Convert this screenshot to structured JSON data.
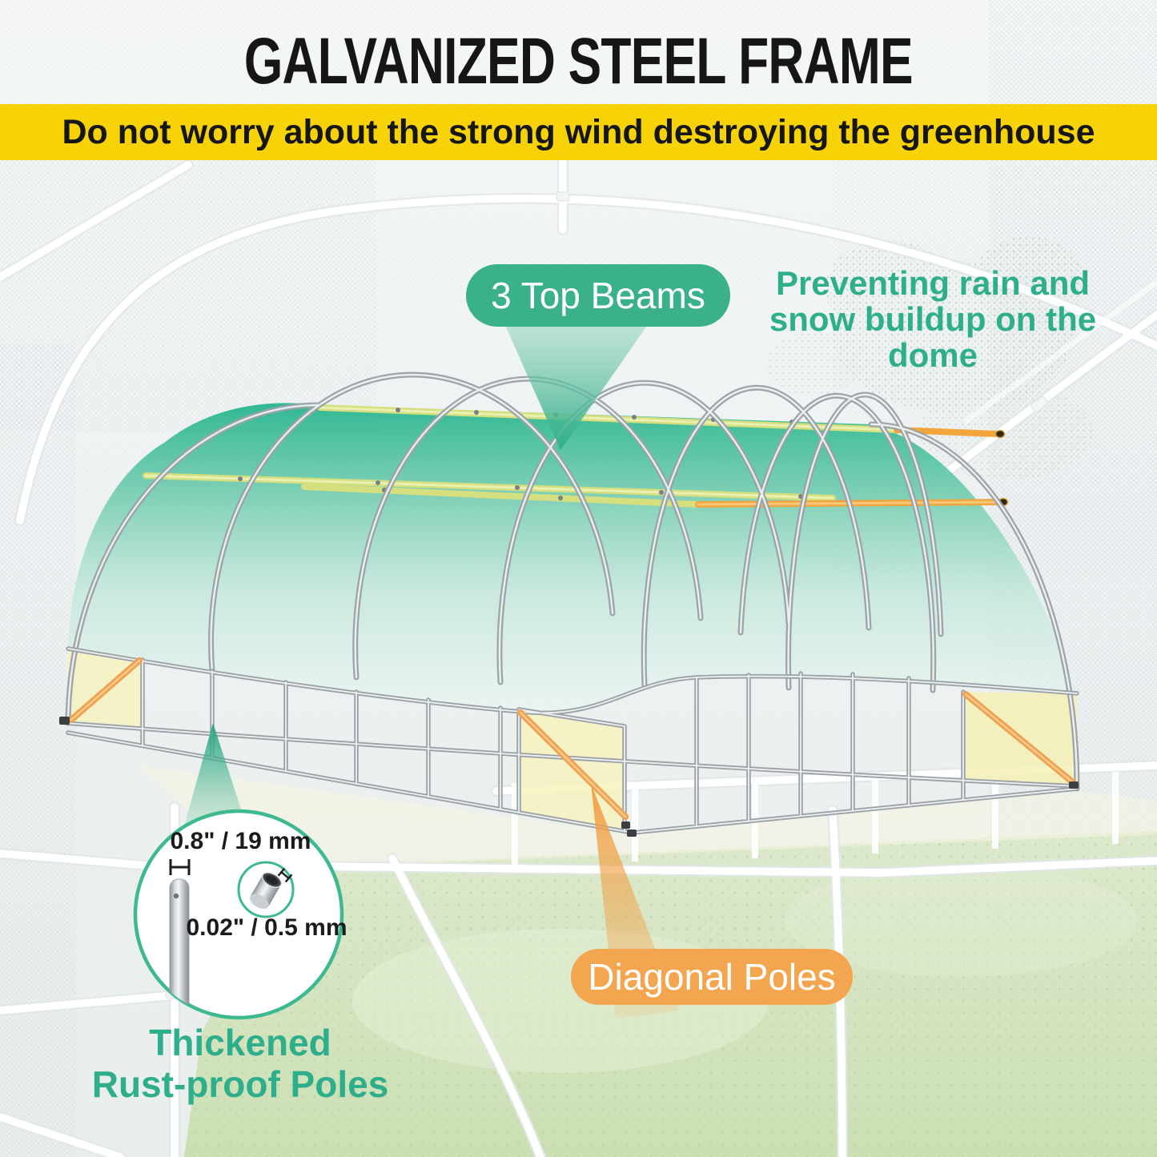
{
  "header": {
    "title": "GALVANIZED STEEL FRAME",
    "banner": "Do not worry about the strong wind destroying the greenhouse"
  },
  "callouts": {
    "top_beams": {
      "label": "3 Top Beams"
    },
    "rain_note": {
      "line1": "Preventing rain and",
      "line2": "snow buildup on the dome"
    },
    "diagonal_poles": {
      "label": "Diagonal Poles"
    },
    "pole_note": {
      "line1": "Thickened",
      "line2": "Rust-proof Poles"
    },
    "inset": {
      "outer_diameter": "0.8\" / 19 mm",
      "wall_thickness": "0.02\" / 0.5 mm"
    }
  },
  "colors": {
    "banner_bg": "#F6D206",
    "teal_pill": "#3BB189",
    "teal_text": "#2FAE8C",
    "orange_pill": "#F3A64F",
    "orange_pole": "#F2A04B",
    "cover_teal": "#2BB690",
    "beam_yellow_green": "#D5DF7E",
    "steel": "#9AA2A8",
    "corner_panel": "#F6F2BE"
  }
}
